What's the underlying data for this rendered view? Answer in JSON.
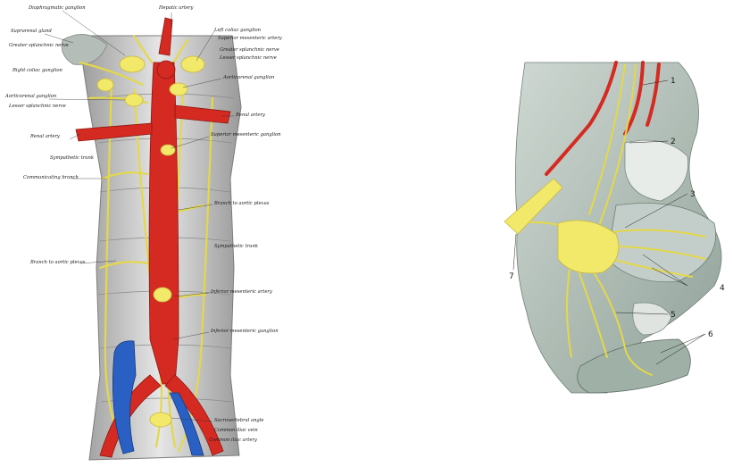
{
  "left_figure": {
    "labels": [
      "Diaphragmatic ganglion",
      "Hepatic artery",
      "Left coliac ganglion",
      "Superior mesenteric artery",
      "Suprarenal gland",
      "Greater splanchnic nerve",
      "Greater splanchnic nerve",
      "Lesser splanchnic nerve",
      "Right coliac ganglion",
      "Aorticorenal ganglion",
      "Aorticorenal ganglion",
      "Lesser splanchnic nerve",
      "Renal artery",
      "Renal artery",
      "Superior mesenteric ganglion",
      "Sympathetic trunk",
      "Communicating branch",
      "Branch to aortic plexus",
      "Sympathetic trunk",
      "Branch to aortic plexus",
      "Inferior mesenteric artery",
      "Inferior mesenteric ganglion",
      "Sacrovertebral angle",
      "Common iliac vein",
      "Common iliac artery"
    ]
  },
  "right_figure": {
    "numbers": [
      "1",
      "2",
      "3",
      "4",
      "5",
      "6",
      "7"
    ]
  },
  "colors": {
    "artery": "#d42a22",
    "vein": "#2a5fc4",
    "nerve": "#f2e86a",
    "nerve_stroke": "#c9b840",
    "bone": "#c8c8c8",
    "tissue": "#b9c4bd"
  }
}
